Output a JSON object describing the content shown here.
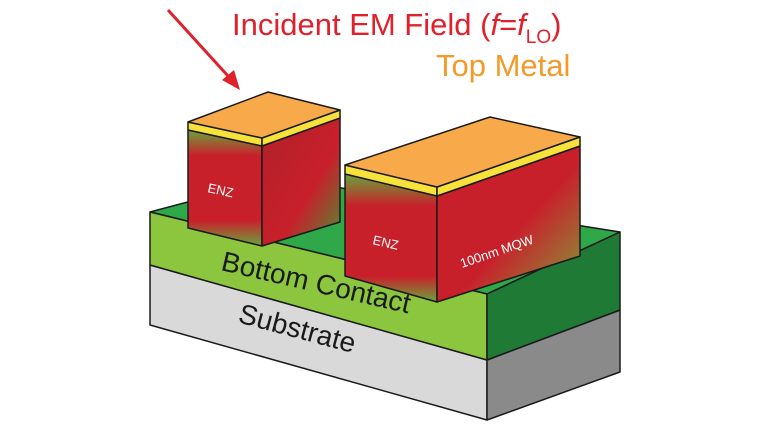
{
  "title": {
    "prefix": "Incident EM Field (",
    "f_italic": "f",
    "equals": "=",
    "f_lo_italic": "f",
    "subscript": "LO",
    "suffix": ")"
  },
  "labels": {
    "top_metal": "Top Metal",
    "enz_left": "ENZ",
    "enz_right": "ENZ",
    "mqw": "100nm MQW",
    "bottom_contact": "Bottom Contact",
    "substrate": "Substrate"
  },
  "colors": {
    "title_red": "#e0202a",
    "top_metal_orange": "#f39a2b",
    "metal_face": "#f8a94a",
    "metal_strip": "#f7e23c",
    "pillar_red": "#c8202b",
    "pillar_green": "#52a93a",
    "contact_light": "#8cc63f",
    "contact_side": "#2fa84a",
    "contact_dark": "#1f7a36",
    "substrate_light": "#d9d9d9",
    "substrate_dark": "#8a8a8a",
    "arrow": "#e0202a"
  }
}
